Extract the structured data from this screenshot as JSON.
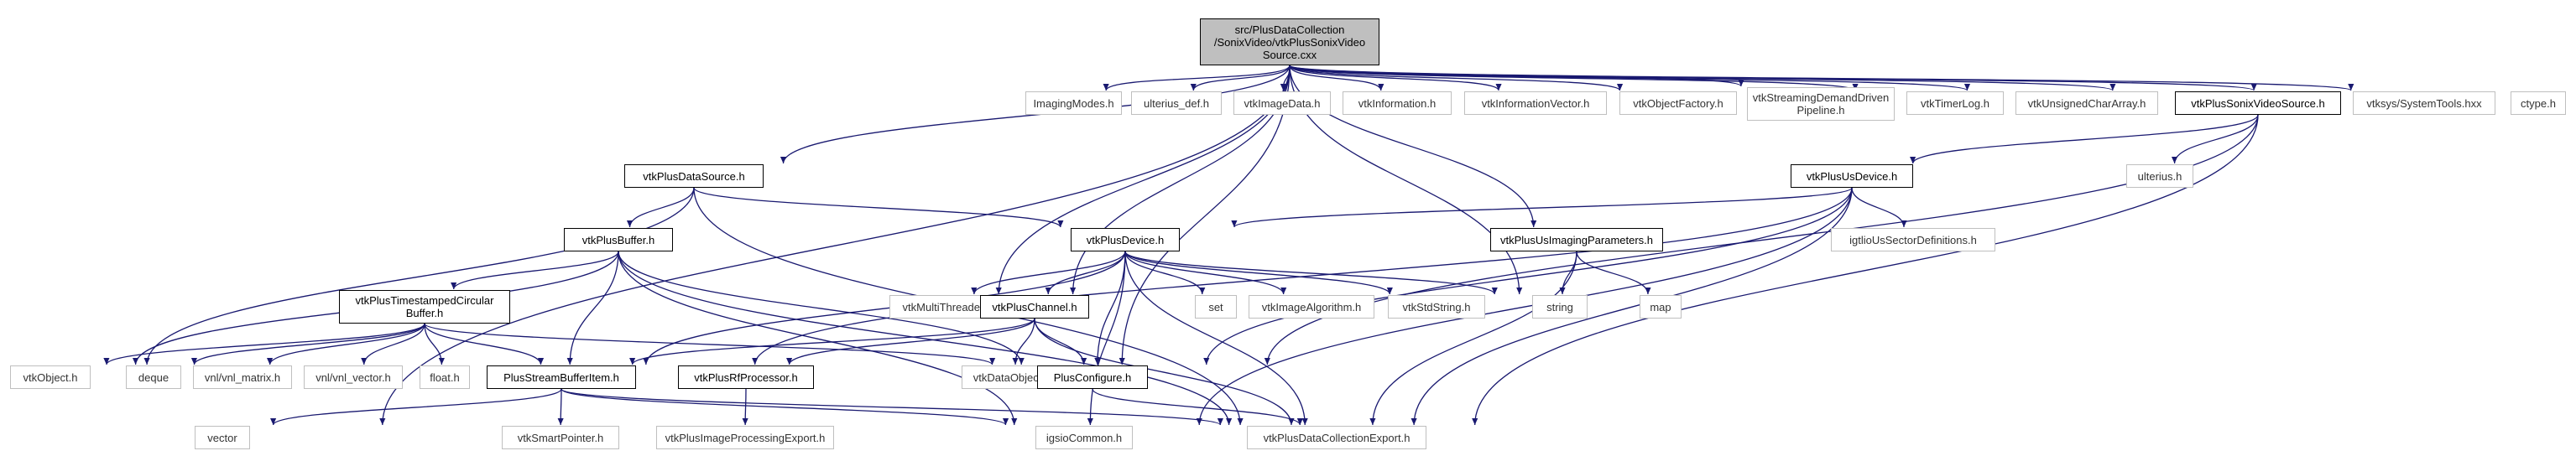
{
  "nodes": {
    "root": "src/PlusDataCollection\n/SonixVideo/vtkPlusSonixVideo\nSource.cxx",
    "imaging_modes": "ImagingModes.h",
    "ulterius_def": "ulterius_def.h",
    "vtk_image_data": "vtkImageData.h",
    "vtk_information": "vtkInformation.h",
    "vtk_information_vector": "vtkInformationVector.h",
    "vtk_object_factory": "vtkObjectFactory.h",
    "vtk_streaming_pipeline": "vtkStreamingDemandDriven\nPipeline.h",
    "vtk_timer_log": "vtkTimerLog.h",
    "vtk_unsigned_char_array": "vtkUnsignedCharArray.h",
    "vtk_plus_sonix_video_source": "vtkPlusSonixVideoSource.h",
    "vtksys_system_tools": "vtksys/SystemTools.hxx",
    "ctype": "ctype.h",
    "vtk_plus_data_source": "vtkPlusDataSource.h",
    "vtk_plus_us_device": "vtkPlusUsDevice.h",
    "ulterius": "ulterius.h",
    "vtk_plus_buffer": "vtkPlusBuffer.h",
    "vtk_plus_device": "vtkPlusDevice.h",
    "vtk_plus_us_imaging_parameters": "vtkPlusUsImagingParameters.h",
    "igtlio_us_sector_definitions": "igtlioUsSectorDefinitions.h",
    "vtk_plus_timestamped_circular_buffer": "vtkPlusTimestampedCircular\nBuffer.h",
    "vtk_multi_threader": "vtkMultiThreader.h",
    "vtk_plus_channel": "vtkPlusChannel.h",
    "set": "set",
    "vtk_image_algorithm": "vtkImageAlgorithm.h",
    "vtk_std_string": "vtkStdString.h",
    "string": "string",
    "map": "map",
    "vtk_object": "vtkObject.h",
    "deque": "deque",
    "vnl_matrix": "vnl/vnl_matrix.h",
    "vnl_vector": "vnl/vnl_vector.h",
    "float": "float.h",
    "plus_stream_buffer_item": "PlusStreamBufferItem.h",
    "vtk_plus_rf_processor": "vtkPlusRfProcessor.h",
    "vtk_data_object": "vtkDataObject.h",
    "plus_configure": "PlusConfigure.h",
    "vector": "vector",
    "vtk_smart_pointer": "vtkSmartPointer.h",
    "vtk_plus_image_processing_export": "vtkPlusImageProcessingExport.h",
    "igsio_common": "igsioCommon.h",
    "vtk_plus_data_collection_export": "vtkPlusDataCollectionExport.h"
  },
  "colors": {
    "edge": "#191970",
    "linked_border": "#000000",
    "external_border": "#bfbfbf",
    "root_fill": "#bfbfbf"
  }
}
